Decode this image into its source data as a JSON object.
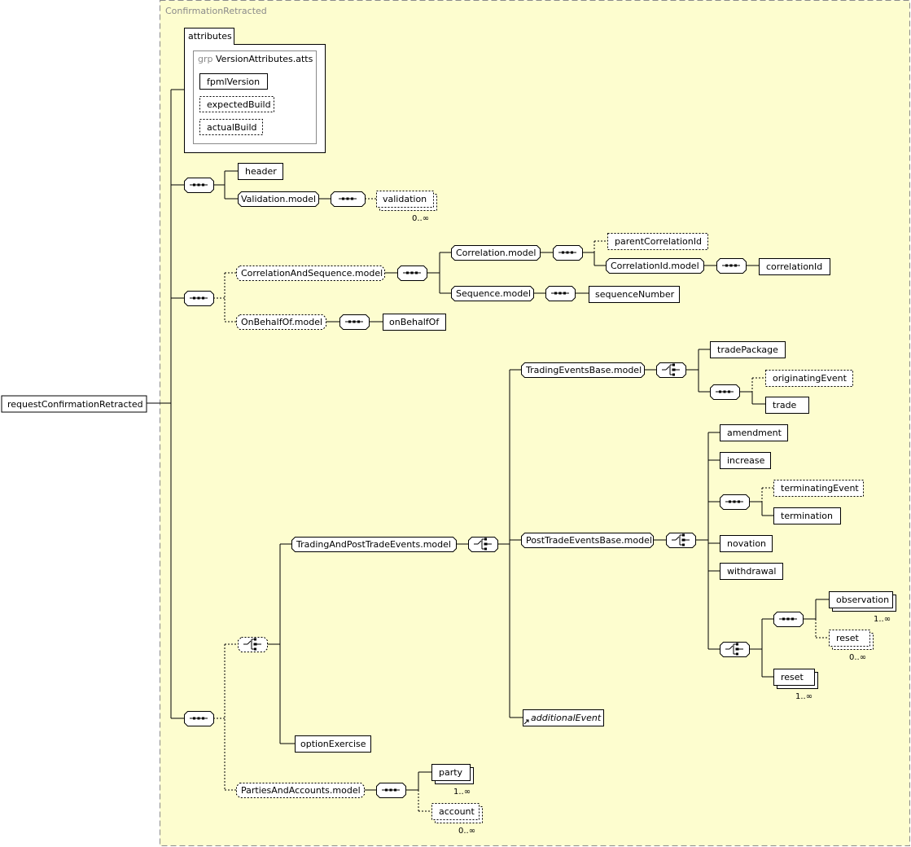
{
  "type_name": "ConfirmationRetracted",
  "root_element": "requestConfirmationRetracted",
  "attributes_tab": "attributes",
  "attribute_group": {
    "prefix": "grp",
    "name": "VersionAttributes.atts"
  },
  "attrs": {
    "fpml_version": "fpmlVersion",
    "expected_build": "expectedBuild",
    "actual_build": "actualBuild"
  },
  "nodes": {
    "header": "header",
    "validation_model": "Validation.model",
    "validation": "validation",
    "correlation_and_sequence_model": "CorrelationAndSequence.model",
    "correlation_model": "Correlation.model",
    "parent_correlation_id": "parentCorrelationId",
    "correlation_id_model": "CorrelationId.model",
    "correlation_id": "correlationId",
    "sequence_model": "Sequence.model",
    "sequence_number": "sequenceNumber",
    "on_behalf_of_model": "OnBehalfOf.model",
    "on_behalf_of": "onBehalfOf",
    "trading_events_base_model": "TradingEventsBase.model",
    "trade_package": "tradePackage",
    "originating_event": "originatingEvent",
    "trade": "trade",
    "trading_and_post_trade_events_model": "TradingAndPostTradeEvents.model",
    "post_trade_events_base_model": "PostTradeEventsBase.model",
    "amendment": "amendment",
    "increase": "increase",
    "terminating_event": "terminatingEvent",
    "termination": "termination",
    "novation": "novation",
    "withdrawal": "withdrawal",
    "observation": "observation",
    "reset_a": "reset",
    "reset_b": "reset",
    "additional_event": "additionalEvent",
    "option_exercise": "optionExercise",
    "parties_and_accounts_model": "PartiesAndAccounts.model",
    "party": "party",
    "account": "account"
  },
  "occurrences": {
    "validation": "0..∞",
    "observation": "1..∞",
    "reset_a": "0..∞",
    "reset_b": "1..∞",
    "party": "1..∞",
    "account": "0..∞"
  },
  "colors": {
    "type_background": "#fdfdcf",
    "line": "#000000",
    "label_grey": "#8a8a8a"
  }
}
